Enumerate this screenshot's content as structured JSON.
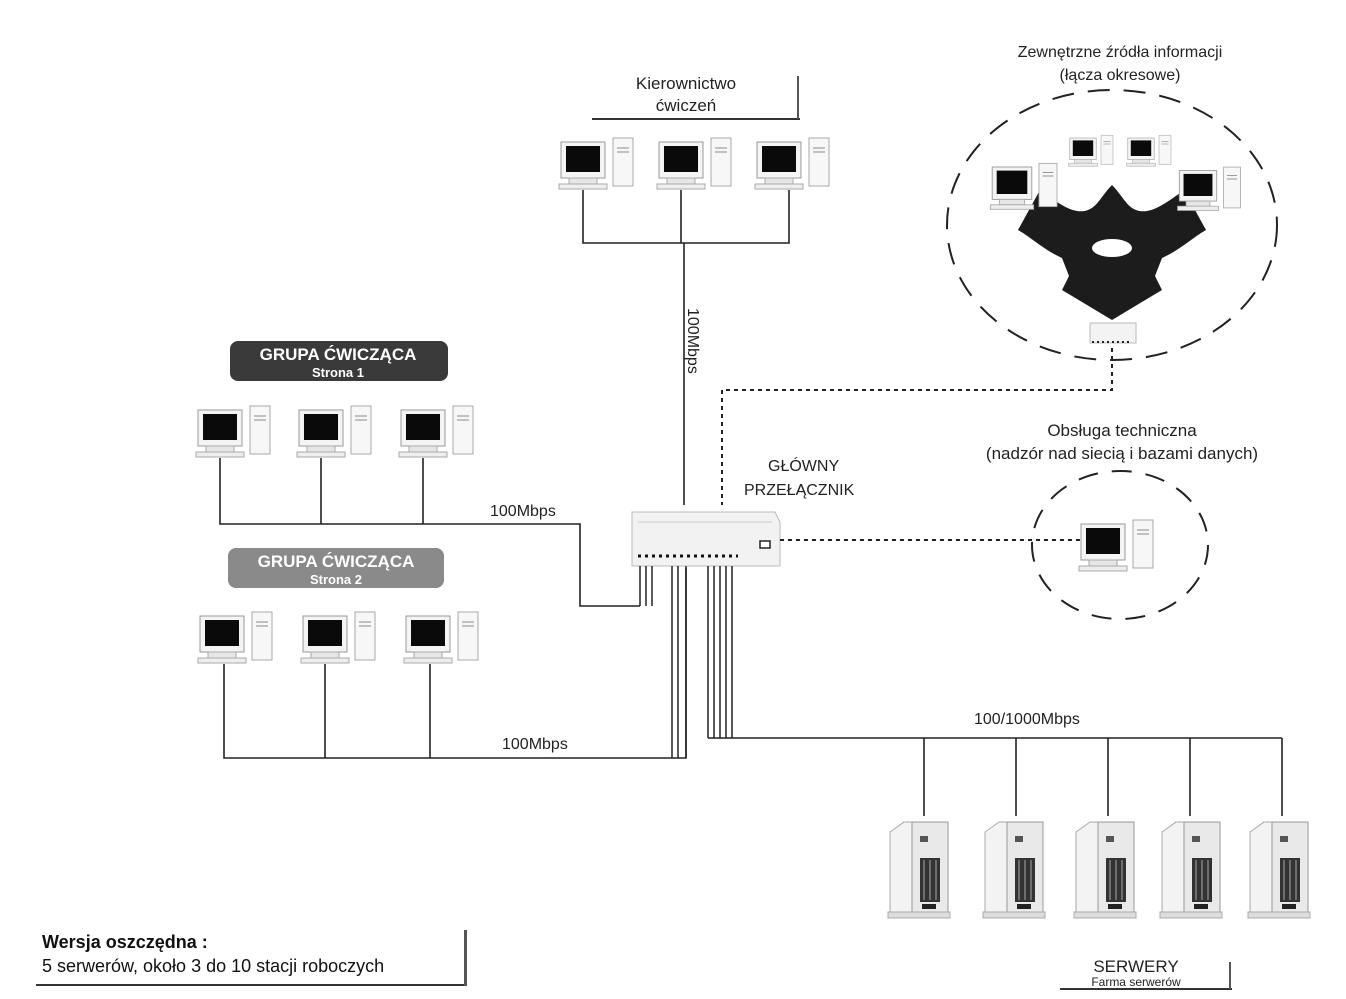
{
  "groups": {
    "management": {
      "label_line1": "Kierownictwo",
      "label_line2": "ćwiczeń"
    },
    "group1": {
      "title": "GRUPA ĆWICZĄCA",
      "subtitle": "Strona 1"
    },
    "group2": {
      "title": "GRUPA ĆWICZĄCA",
      "subtitle": "Strona 2"
    },
    "external": {
      "line1": "Zewnętrzne źródła informacji",
      "line2": "(łącza okresowe)"
    },
    "support": {
      "line1": "Obsługa techniczna",
      "line2": "(nadzór nad siecią i bazami danych)"
    },
    "switch": {
      "line1": "GŁÓWNY",
      "line2": "PRZEŁĄCZNIK"
    },
    "servers": {
      "line1": "SERWERY",
      "line2": "Farma serwerów"
    }
  },
  "links": {
    "management_speed": "100Mbps",
    "group1_speed": "100Mbps",
    "group2_speed": "100Mbps",
    "servers_speed": "100/1000Mbps"
  },
  "footer": {
    "title": "Wersja oszczędna :",
    "subtitle": "5 serwerów, około 3 do 10  stacji roboczych"
  },
  "colors": {
    "line": "#222222",
    "badge_dark": "#3a3a3a",
    "badge_light": "#8a8a8a",
    "screen": "#0a0a0a"
  },
  "icons": {
    "workstation": "computer-icon",
    "server": "server-tower-icon",
    "switch": "network-switch-icon",
    "external": "trident-arrow-icon"
  }
}
